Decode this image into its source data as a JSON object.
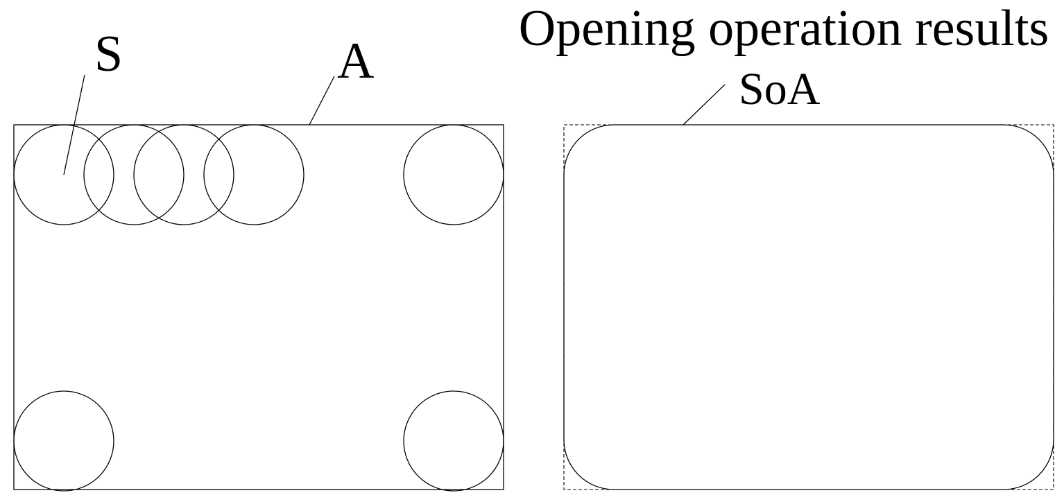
{
  "labels": {
    "structuring_element": "S",
    "set": "A",
    "result_title": "Opening operation results",
    "result_set": "SoA"
  },
  "colors": {
    "ink": "#000000",
    "background": "#ffffff"
  }
}
